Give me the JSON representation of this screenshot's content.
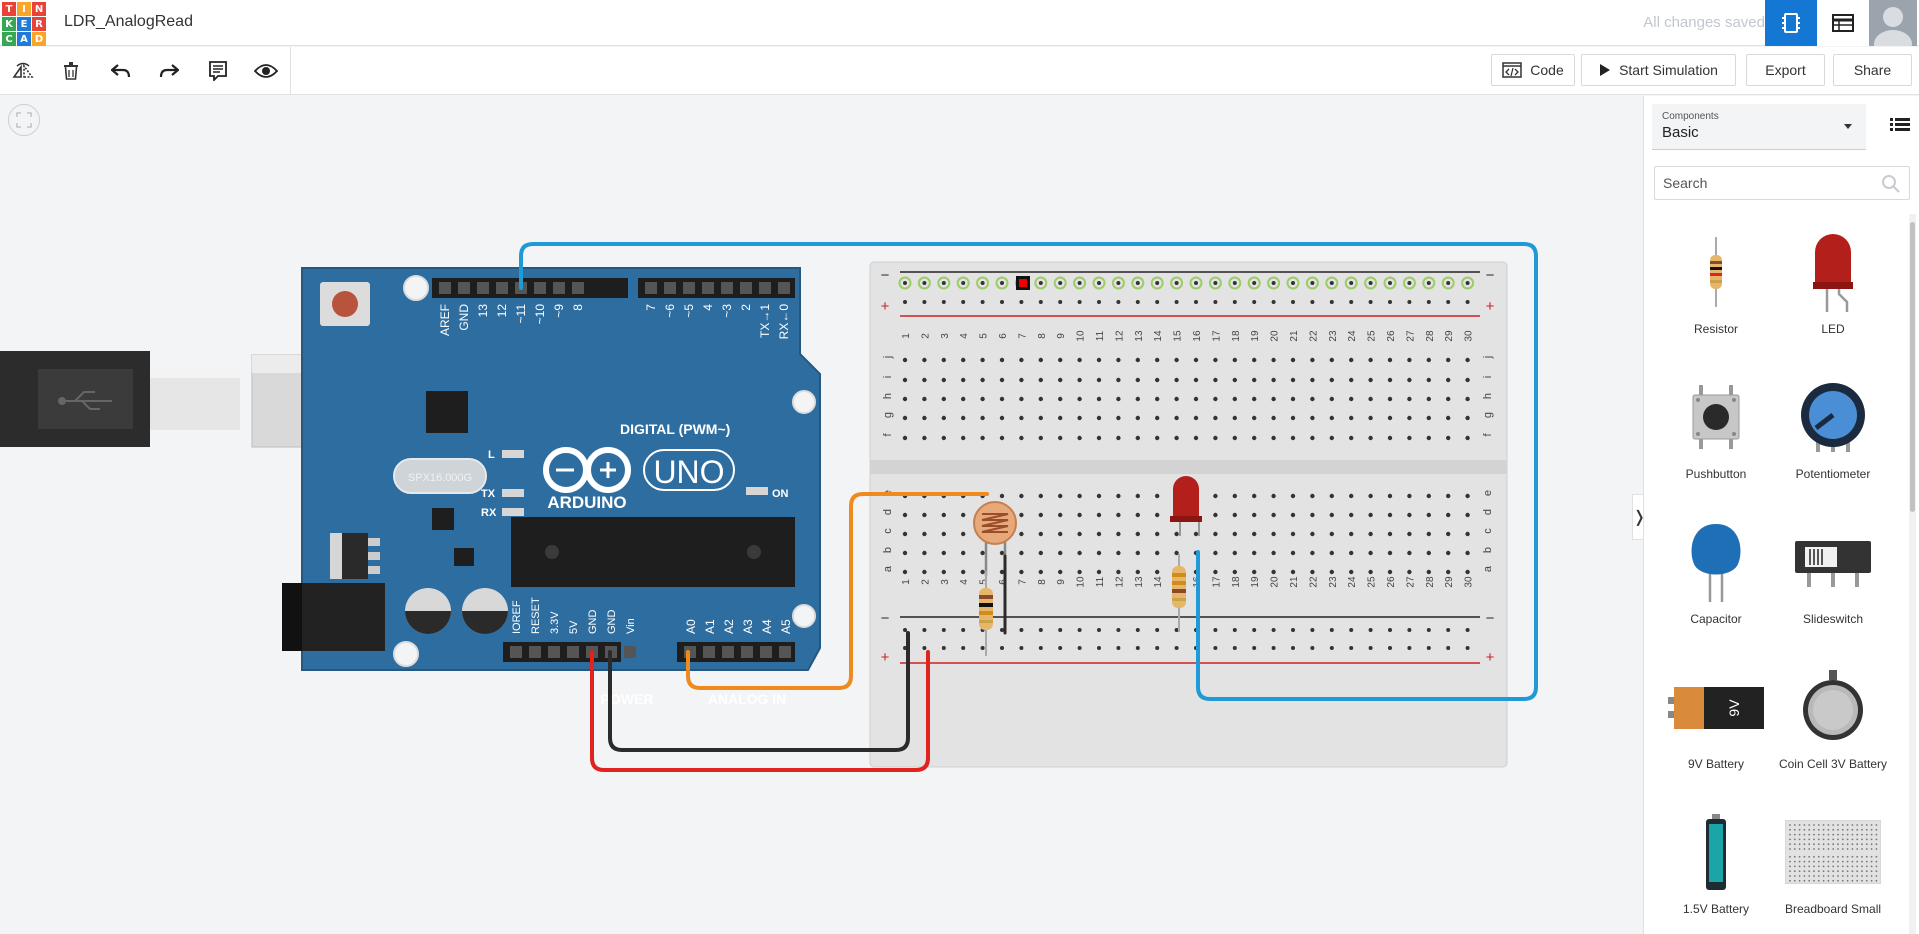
{
  "header": {
    "logo_letters": [
      "T",
      "I",
      "N",
      "K",
      "E",
      "R",
      "C",
      "A",
      "D"
    ],
    "logo_colors": [
      "#e94339",
      "#f8a52b",
      "#e94339",
      "#35a853",
      "#1f7bd6",
      "#e94339",
      "#35a853",
      "#1f7bd6",
      "#f8a52b"
    ],
    "title": "LDR_AnalogRead",
    "save_status": "All changes saved",
    "accent_color": "#1477d4"
  },
  "toolbar": {
    "tools": [
      "rotate-icon",
      "delete-icon",
      "undo-icon",
      "redo-icon",
      "notes-icon",
      "visibility-icon"
    ],
    "code_label": "Code",
    "start_simulation_label": "Start Simulation",
    "export_label": "Export",
    "share_label": "Share"
  },
  "board": {
    "brand": "ARDUINO",
    "model": "UNO",
    "digital_label": "DIGITAL (PWM~)",
    "power_label": "POWER",
    "analog_label": "ANALOG IN",
    "on_label": "ON",
    "l_label": "L",
    "tx_label": "TX",
    "rx_label": "RX",
    "crystal_label": "SPX16.000G",
    "digital_pins": [
      "AREF",
      "GND",
      "13",
      "12",
      "~11",
      "~10",
      "~9",
      "8",
      "7",
      "~6",
      "~5",
      "4",
      "~3",
      "2",
      "TX→1",
      "RX←0"
    ],
    "power_pins": [
      "IOREF",
      "RESET",
      "3.3V",
      "5V",
      "GND",
      "GND",
      "Vin"
    ],
    "analog_pins": [
      "A0",
      "A1",
      "A2",
      "A3",
      "A4",
      "A5"
    ]
  },
  "breadboard": {
    "columns": [
      "1",
      "2",
      "3",
      "4",
      "5",
      "6",
      "7",
      "8",
      "9",
      "10",
      "11",
      "12",
      "13",
      "14",
      "15",
      "16",
      "17",
      "18",
      "19",
      "20",
      "21",
      "22",
      "23",
      "24",
      "25",
      "26",
      "27",
      "28",
      "29",
      "30"
    ],
    "rows_top": [
      "j",
      "i",
      "h",
      "g",
      "f"
    ],
    "rows_bottom": [
      "e",
      "d",
      "c",
      "b",
      "a"
    ],
    "minus": "−",
    "plus": "+"
  },
  "panel": {
    "components_label": "Components",
    "components_value": "Basic",
    "search_placeholder": "Search",
    "items": [
      {
        "name": "Resistor"
      },
      {
        "name": "LED"
      },
      {
        "name": "Pushbutton"
      },
      {
        "name": "Potentiometer"
      },
      {
        "name": "Capacitor"
      },
      {
        "name": "Slideswitch"
      },
      {
        "name": "9V Battery",
        "label": "9V"
      },
      {
        "name": "Coin Cell 3V Battery"
      },
      {
        "name": "1.5V Battery"
      },
      {
        "name": "Breadboard Small"
      }
    ]
  }
}
